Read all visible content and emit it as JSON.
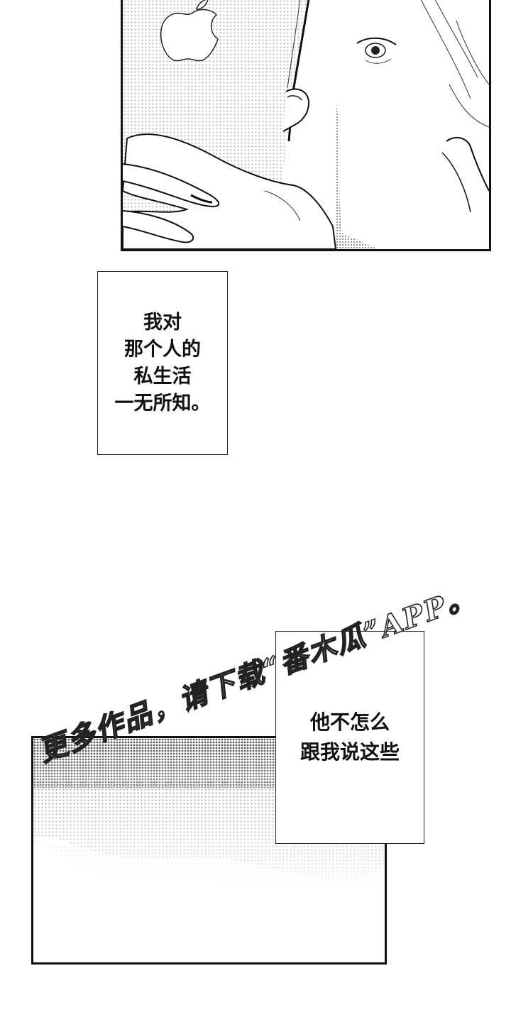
{
  "captions": {
    "first": {
      "lines": [
        "我对",
        "那个人的",
        "私生活",
        "一无所知。"
      ]
    },
    "second": {
      "lines": [
        "他不怎么",
        "跟我说这些"
      ]
    }
  },
  "watermark": {
    "text": "更多作品，请下载“番木瓜”APP。"
  },
  "icons": {
    "phone_logo": "apple-logo-icon"
  },
  "colors": {
    "ink": "#111111",
    "paper": "#ffffff",
    "screentone": "#9a9a9a"
  }
}
